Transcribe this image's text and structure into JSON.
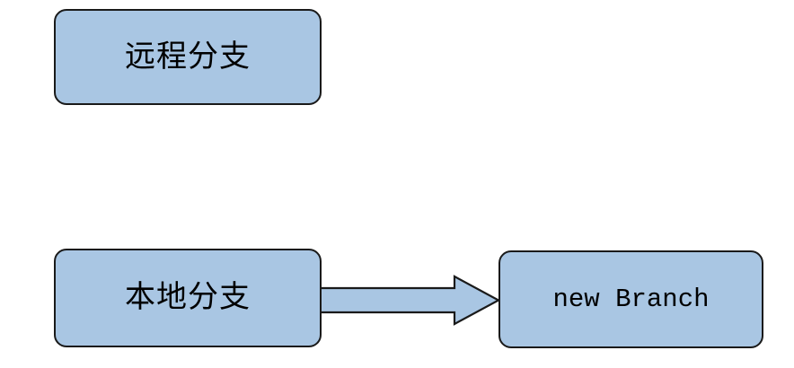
{
  "nodes": {
    "remote": {
      "label": "远程分支"
    },
    "local": {
      "label": "本地分支"
    },
    "new_branch": {
      "label": "new Branch"
    }
  },
  "edges": [
    {
      "from": "local",
      "to": "new_branch",
      "shape": "block-arrow",
      "direction": "right"
    }
  ],
  "colors": {
    "node_fill": "#a9c6e3",
    "node_border": "#1a1a1a",
    "text": "#000000",
    "canvas_background": "#ffffff"
  }
}
